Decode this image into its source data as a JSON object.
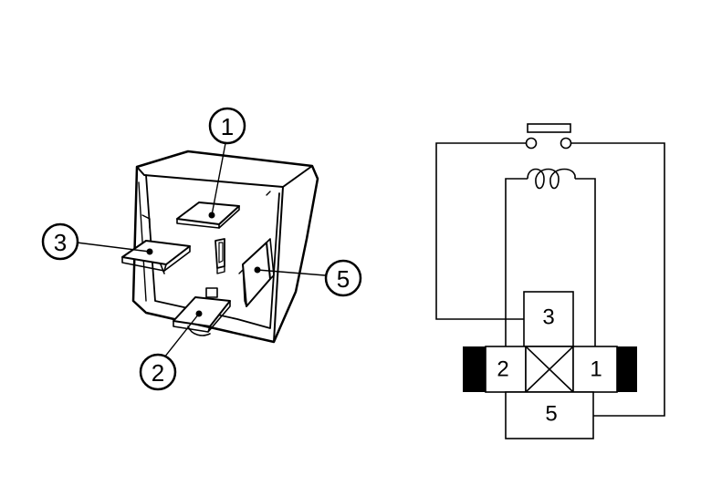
{
  "relay_view": {
    "callouts": [
      {
        "id": "1",
        "label": "1"
      },
      {
        "id": "2",
        "label": "2"
      },
      {
        "id": "3",
        "label": "3"
      },
      {
        "id": "5",
        "label": "5"
      }
    ]
  },
  "schematic": {
    "pins": [
      {
        "id": "1",
        "label": "1"
      },
      {
        "id": "2",
        "label": "2"
      },
      {
        "id": "3",
        "label": "3"
      },
      {
        "id": "5",
        "label": "5"
      }
    ]
  }
}
